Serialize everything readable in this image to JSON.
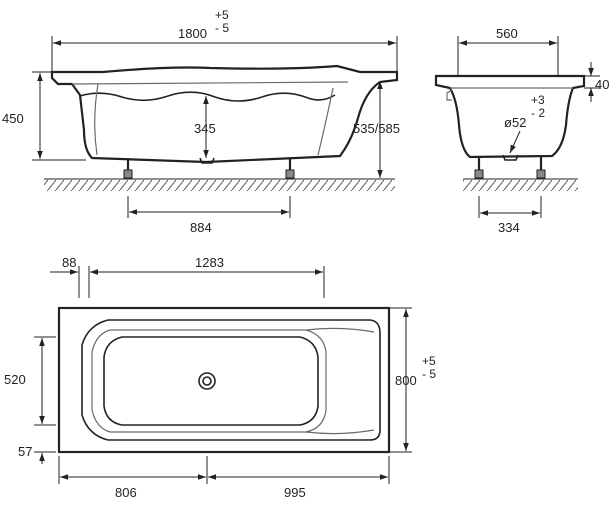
{
  "side_view": {
    "length": "1800",
    "length_tol_plus": "+5",
    "length_tol_minus": "- 5",
    "height": "450",
    "depth": "345",
    "height_with_legs": "535/585",
    "leg_spacing": "884"
  },
  "end_view": {
    "width": "560",
    "rim": "40",
    "drain_tol_plus": "+3",
    "drain_tol_minus": "- 2",
    "drain": "ø52",
    "leg_spacing": "334"
  },
  "plan_view": {
    "offset_left": "88",
    "inner_length": "1283",
    "inner_width": "520",
    "bottom_offset": "57",
    "width": "800",
    "width_tol_plus": "+5",
    "width_tol_minus": "- 5",
    "to_drain": "806",
    "from_drain": "995"
  }
}
